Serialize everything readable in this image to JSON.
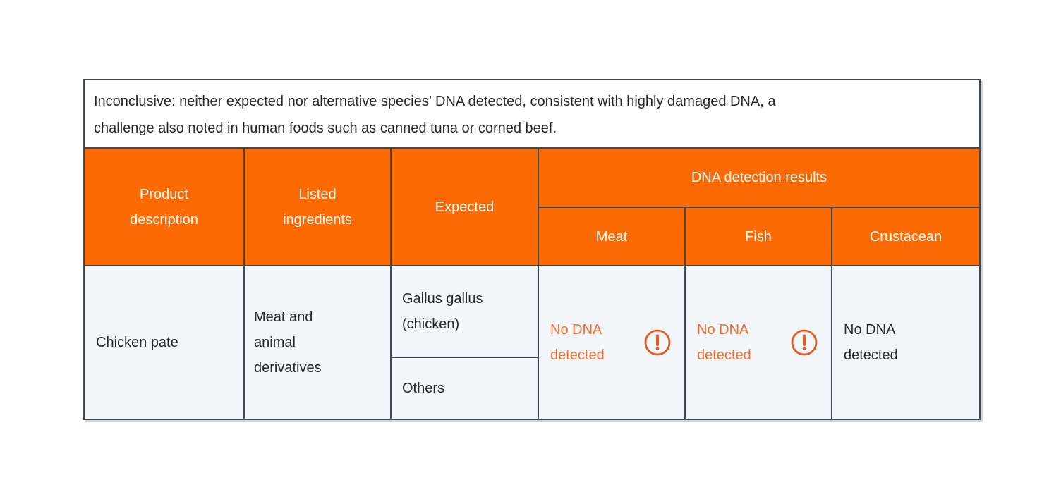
{
  "note": {
    "lines": [
      "Inconclusive: neither expected nor alternative species’ DNA detected, consistent with highly damaged DNA, a",
      "challenge also noted in human foods such as canned tuna or corned beef."
    ]
  },
  "colors": {
    "header_orange": "#FB6A03",
    "result_orange": "#F36C28",
    "warning_icon_orange": "#EA5A20",
    "border_slate": "#3D4852",
    "body_cell_bg": "#F3F6F8",
    "header_text": "#FFFFFF",
    "body_text": "#26292C"
  },
  "table": {
    "headers": {
      "product": "Product description",
      "ingredients": "Listed ingredients",
      "expected": "Expected",
      "dna_group": "DNA detection results",
      "meat": "Meat",
      "fish": "Fish",
      "crustacean": "Crustacean"
    },
    "row": {
      "product": "Chicken pate",
      "ingredients": "Meat and animal derivatives",
      "expected_primary": "Gallus gallus (chicken)",
      "expected_secondary": "Others",
      "meat_result": "No DNA detected",
      "meat_flagged": true,
      "fish_result": "No DNA detected",
      "fish_flagged": true,
      "crustacean_result": "No DNA detected",
      "crustacean_flagged": false
    }
  }
}
